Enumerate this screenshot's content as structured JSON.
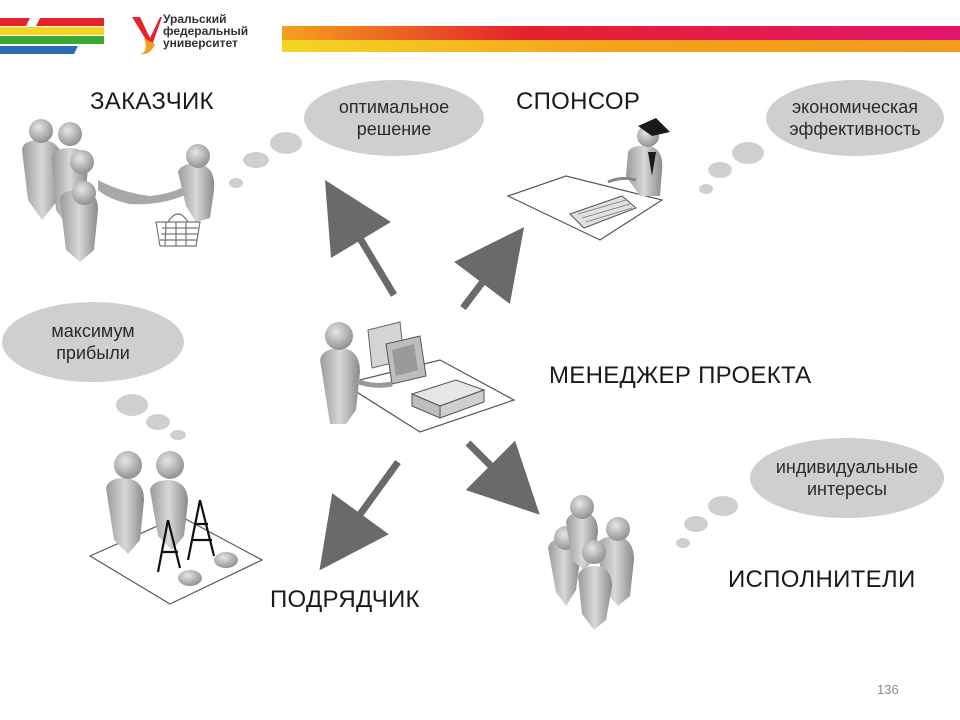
{
  "header": {
    "logo_lines": [
      "Уральский",
      "федеральный",
      "университет"
    ],
    "colors": {
      "red": "#e4232c",
      "orange": "#f5a01c",
      "yellow": "#f4d523",
      "green": "#3ba935",
      "blue": "#2a6ab4",
      "pink": "#e3166f"
    }
  },
  "diagram": {
    "center_label": "МЕНЕДЖЕР ПРОЕКТА",
    "actors": {
      "customer": "ЗАКАЗЧИК",
      "sponsor": "СПОНСОР",
      "contractor": "ПОДРЯДЧИК",
      "performers": "ИСПОЛНИТЕЛИ"
    },
    "bubbles": {
      "customer": [
        "оптимальное",
        "решение"
      ],
      "sponsor": [
        "экономическая",
        "эффективность"
      ],
      "contractor": [
        "максимум",
        "прибыли"
      ],
      "performers": [
        "индивидуальные",
        "интересы"
      ]
    }
  },
  "footer": {
    "page_number": "136"
  }
}
